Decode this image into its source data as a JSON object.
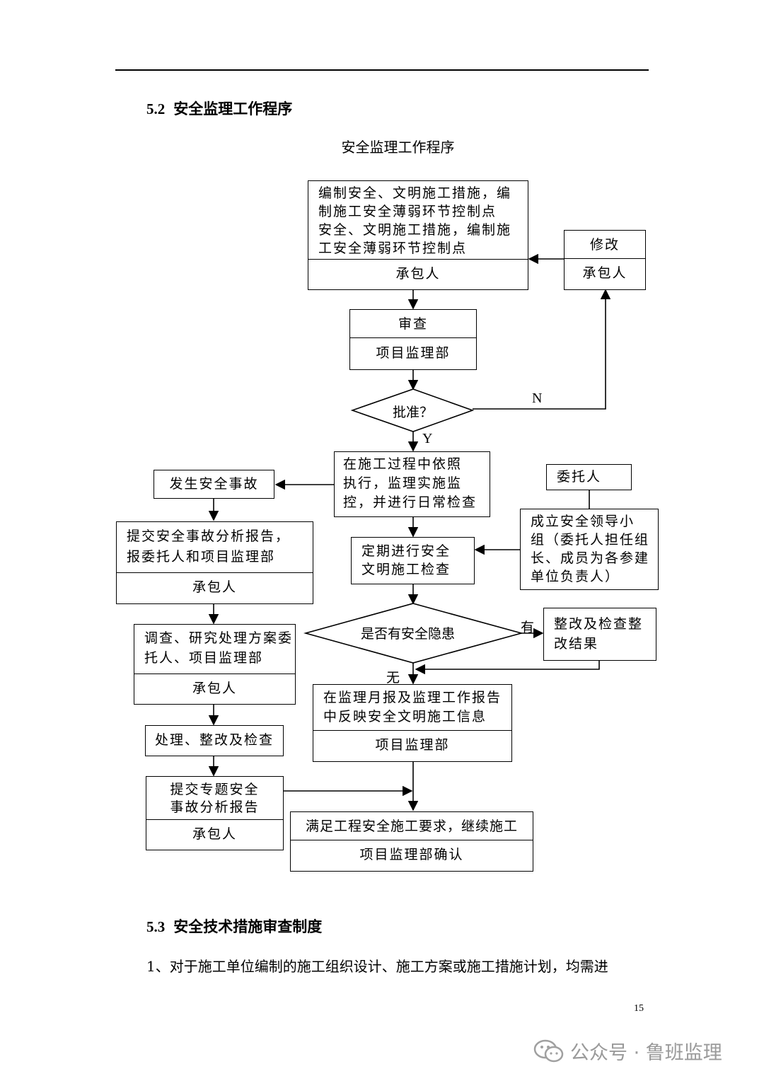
{
  "sections": {
    "s52": {
      "num": "5.2",
      "title": "安全监理工作程序"
    },
    "s53": {
      "num": "5.3",
      "title": "安全技术措施审查制度"
    }
  },
  "flowchart": {
    "title": "安全监理工作程序",
    "nodes": {
      "compile": {
        "lines": [
          "编制安全、文明施工措施，编",
          "制施工安全薄弱环节控制点",
          "安全、文明施工措施，编制施",
          "工安全薄弱环节控制点"
        ],
        "role": "承包人"
      },
      "revise": {
        "text": "修改",
        "role": "承包人"
      },
      "review": {
        "text": "审查",
        "role": "项目监理部"
      },
      "approve": {
        "text": "批准？"
      },
      "execute": {
        "lines": [
          "在施工过程中依照",
          "执行，监理实施监",
          "控，并进行日常检查"
        ]
      },
      "accident": {
        "text": "发生安全事故"
      },
      "report": {
        "lines": [
          "提交安全事故分析报告，",
          "报委托人和项目监理部"
        ],
        "role": "承包人"
      },
      "investigate": {
        "lines": [
          "调查、研究处理方案委",
          "托人、项目监理部"
        ],
        "role": "承包人"
      },
      "handle": {
        "text": "处理、整改及检查"
      },
      "special": {
        "lines": [
          "提交专题安全",
          "事故分析报告"
        ],
        "role": "承包人"
      },
      "client": {
        "text": "委托人"
      },
      "group": {
        "lines": [
          "成立安全领导小",
          "组（委托人担任组",
          "长、成员为各参建",
          "单位负责人）"
        ]
      },
      "periodic": {
        "lines": [
          "定期进行安全",
          "文明施工检查"
        ]
      },
      "hazard": {
        "text": "是否有安全隐患"
      },
      "rectify": {
        "lines": [
          "整改及检查整",
          "改结果"
        ]
      },
      "monthly": {
        "lines": [
          "在监理月报及监理工作报告",
          "中反映安全文明施工信息"
        ],
        "role": "项目监理部"
      },
      "satisfy": {
        "text": "满足工程安全施工要求，继续施工",
        "role": "项目监理部确认"
      }
    },
    "labels": {
      "no": "N",
      "yes": "Y",
      "has": "有",
      "none": "无"
    }
  },
  "paragraph": "1、对于施工单位编制的施工组织设计、施工方案或施工措施计划，均需进",
  "page_number": "15",
  "watermark": {
    "text": "公众号 · 鲁班监理",
    "icon": "wechat-icon"
  }
}
